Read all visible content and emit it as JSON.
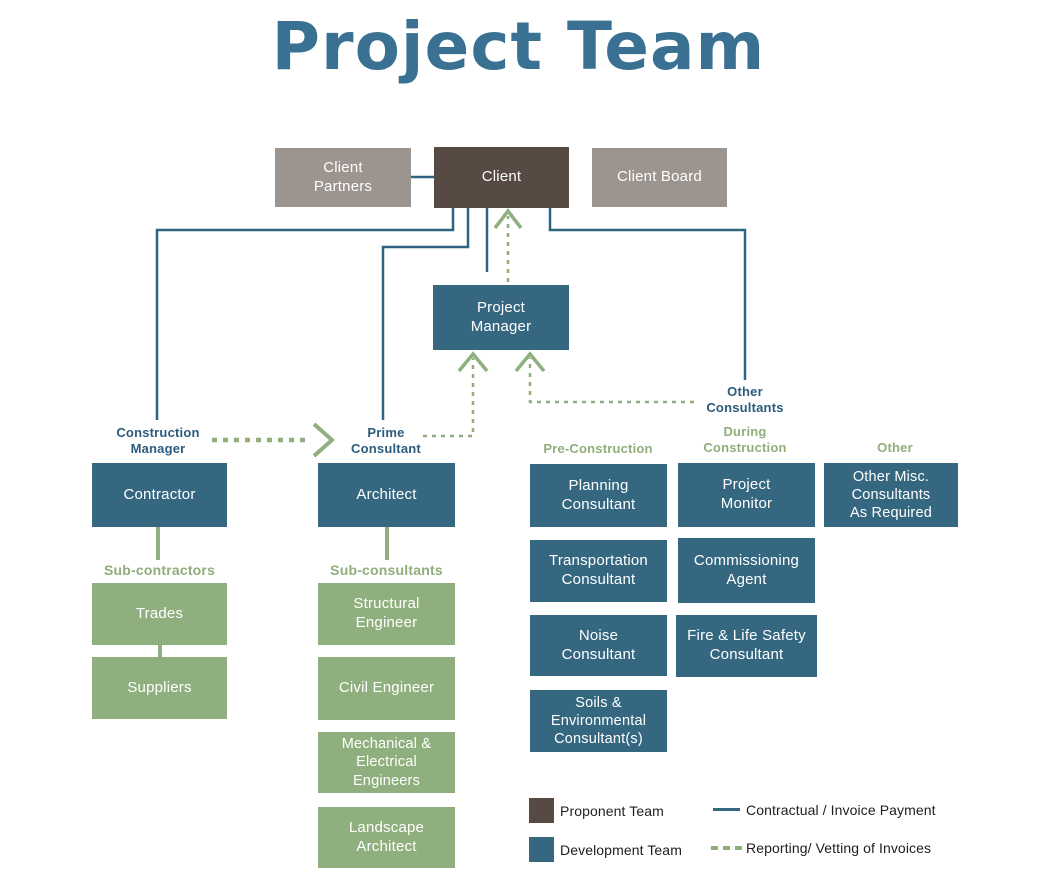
{
  "title": "Project Team",
  "colors": {
    "title_blue": "#3A7192",
    "development_team_blue": "#356880",
    "sub_team_green": "#8FB07E",
    "proponent_brown": "#564A42",
    "client_gray": "#9C948F",
    "contract_line_blue": "#2F6480",
    "reporting_dash_green": "#8FAE7B",
    "role_label_navy": "#2B5C7D"
  },
  "nodes": {
    "client_partners": "Client\nPartners",
    "client": "Client",
    "client_board": "Client Board",
    "project_manager": "Project\nManager",
    "contractor": "Contractor",
    "trades": "Trades",
    "suppliers": "Suppliers",
    "architect": "Architect",
    "structural_engineer": "Structural\nEngineer",
    "civil_engineer": "Civil Engineer",
    "mechanical_electrical_engineers": "Mechanical &\nElectrical\nEngineers",
    "landscape_architect": "Landscape\nArchitect",
    "planning_consultant": "Planning\nConsultant",
    "transportation_consultant": "Transportation\nConsultant",
    "noise_consultant": "Noise\nConsultant",
    "soils_environmental_consultant": "Soils &\nEnvironmental\nConsultant(s)",
    "project_monitor": "Project\nMonitor",
    "commissioning_agent": "Commissioning\nAgent",
    "fire_life_safety_consultant": "Fire & Life Safety\nConsultant",
    "other_misc_consultants": "Other Misc.\nConsultants\nAs Required"
  },
  "labels": {
    "construction_manager": "Construction\nManager",
    "prime_consultant": "Prime\nConsultant",
    "other_consultants": "Other\nConsultants",
    "pre_construction": "Pre-Construction",
    "during_construction": "During\nConstruction",
    "other": "Other",
    "sub_contractors": "Sub-contractors",
    "sub_consultants": "Sub-consultants"
  },
  "legend": {
    "proponent_team": "Proponent Team",
    "development_team": "Development Team",
    "contractual": "Contractual / Invoice Payment",
    "reporting": "Reporting/ Vetting of Invoices"
  }
}
